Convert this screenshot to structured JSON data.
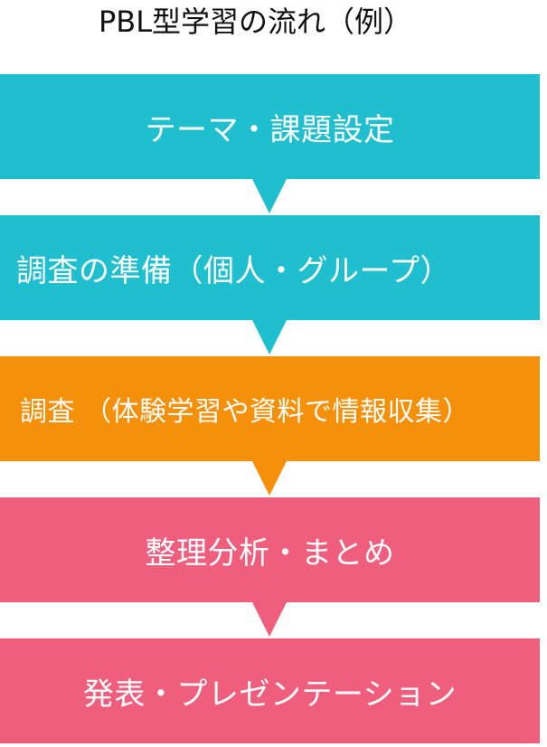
{
  "title": "PBL型学習の流れ（例）",
  "steps": [
    {
      "label": "テーマ・課題設定",
      "color": "#1fbfcf"
    },
    {
      "label": "調査の準備（個人・グループ）",
      "color": "#1fbfcf"
    },
    {
      "label": "調査 （体験学習や資料で情報収集）",
      "color": "#f5900a"
    },
    {
      "label": "整理分析・まとめ",
      "color": "#ef5e7c"
    },
    {
      "label": "発表・プレゼンテーション",
      "color": "#ef5e7c"
    }
  ]
}
